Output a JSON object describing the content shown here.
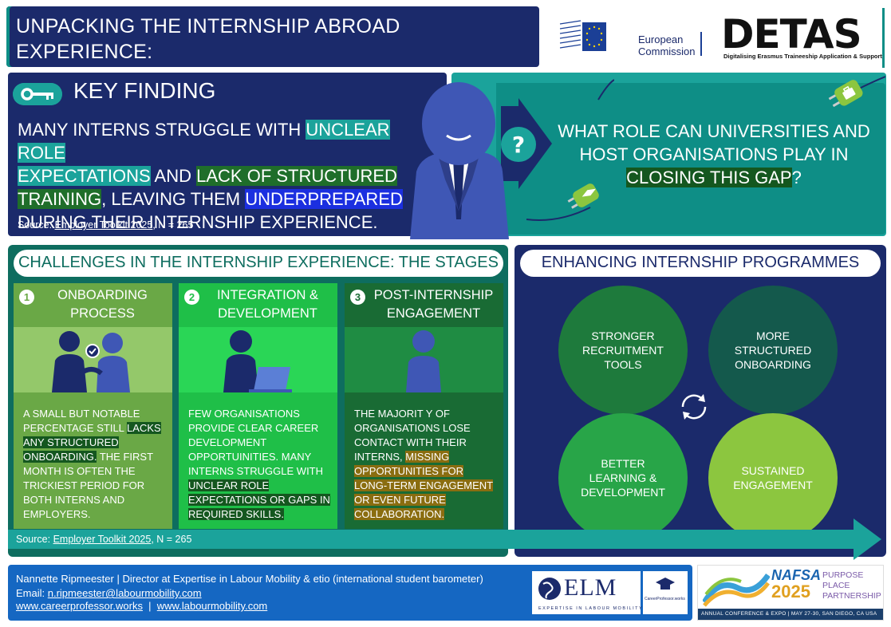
{
  "header": {
    "title_line1": "UNPACKING THE INTERNSHIP ABROAD EXPERIENCE:",
    "title_line2": "DATA-DRIVEN INSIGHTS FROM 265 EMPLOYERS",
    "ec_line1": "European",
    "ec_line2": "Commission",
    "detas_word": "DETAS",
    "detas_sub": "Digitalising Erasmus Traineeship Application & Support"
  },
  "key_finding": {
    "heading": "KEY FINDING",
    "text_1": "MANY INTERNS STRUGGLE WITH ",
    "hl_1": "UNCLEAR ROLE",
    "hl_1b": "EXPECTATIONS",
    "text_2": " AND ",
    "hl_2": "LACK OF STRUCTURED",
    "hl_2b": "TRAINING",
    "text_3": ", LEAVING THEM ",
    "hl_3": "UNDERPREPARED",
    "text_4": "DURING THEIR INTERNSHIP EXPERIENCE.",
    "source_label": "Source: ",
    "source_link": "Employer Toolkit 2025",
    "source_n": ", N = 265",
    "question_1": "WHAT ROLE CAN UNIVERSITIES AND HOST ORGANISATIONS PLAY IN ",
    "question_hl": "CLOSING THIS GAP",
    "question_end": "?",
    "question_mark": "?"
  },
  "challenges": {
    "title": "CHALLENGES IN THE INTERNSHIP EXPERIENCE: THE STAGES",
    "stages": [
      {
        "num": "1",
        "title": "ONBOARDING PROCESS",
        "t1": "A SMALL BUT NOTABLE PERCENTAGE STILL ",
        "h1": "LACKS ANY STRUCTURED ONBOARDING.",
        "t2": " THE FIRST MONTH IS OFTEN THE TRICKIEST PERIOD FOR BOTH INTERNS AND EMPLOYERS."
      },
      {
        "num": "2",
        "title": "INTEGRATION & DEVELOPMENT",
        "t1": "FEW ORGANISATIONS PROVIDE CLEAR CAREER DEVELOPMENT OPPORTUINITIES. MANY INTERNS STRUGGLE WITH ",
        "h1": "UNCLEAR ROLE EXPECTATIONS OR GAPS IN REQUIRED SKILLS.",
        "t2": ""
      },
      {
        "num": "3",
        "title": "POST-INTERNSHIP ENGAGEMENT",
        "t1": "THE MAJORIT Y OF ORGANISATIONS LOSE CONTACT WITH THEIR INTERNS, ",
        "h1": "MISSING OPPORTUNITIES FOR LONG-TERM ENGAGEMENT OR EVEN FUTURE COLLABORATION.",
        "t2": ""
      }
    ],
    "source_label": "Source: ",
    "source_link": "Employer Toolkit 2025",
    "source_n": ", N = 265"
  },
  "enhancing": {
    "title": "ENHANCING INTERNSHIP PROGRAMMES",
    "circles": [
      "STRONGER RECRUITMENT TOOLS",
      "MORE STRUCTURED ONBOARDING",
      "BETTER LEARNING & DEVELOPMENT",
      "SUSTAINED ENGAGEMENT"
    ]
  },
  "footer": {
    "line1": "Nannette Ripmeester  |  Director at Expertise in Labour Mobility & etio (international student barometer)",
    "email_label": "Email: ",
    "email": "n.ripmeester@labourmobility.com",
    "site1": "www.careerprofessor.works",
    "sep": "  |  ",
    "site2": "www.labourmobility.com",
    "elm_word": "ELM",
    "elm_sub": "EXPERTISE IN LABOUR MOBILITY",
    "cp_text": "CareerProfessor.works",
    "nafsa_name": "NAFSA",
    "nafsa_year": "2025",
    "nafsa_tag": "PURPOSE PLACE PARTNERSHIP",
    "nafsa_bar": "ANNUAL CONFERENCE & EXPO | MAY 27-30, SAN DIEGO, CA USA"
  },
  "colors": {
    "navy": "#1b2a6b",
    "teal": "#1ba39b",
    "dark_teal": "#0e6d5f",
    "blue": "#1567c2"
  }
}
